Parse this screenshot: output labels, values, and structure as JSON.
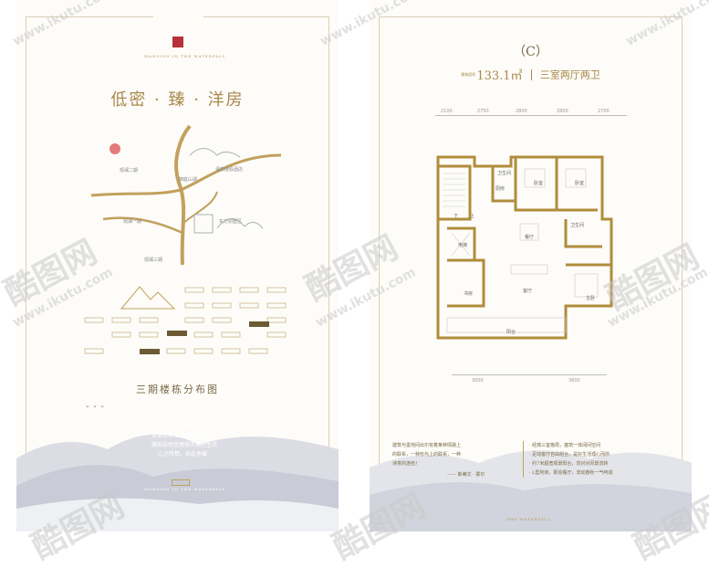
{
  "left": {
    "brand_en": "MANSION IN THE WATERFALL",
    "title": "低密 · 臻 · 洋房",
    "map_labels": {
      "phase2": "观澜二期",
      "shanshui": "御庭山湖",
      "tangquan": "温泉度假酒店",
      "phase1": "观澜一期",
      "villa": "东方别墅区",
      "phase3": "观澜三期"
    },
    "plan_caption": "三期楼栋分布图",
    "slogan": [
      "亦自然，亦繁华",
      "双满世仰 三期雅地万座",
      "雅韵自然坐拥城市美好生活",
      "心之所栖，依此争藏"
    ],
    "footer_en": "MANSION IN THE WATERFALL"
  },
  "right": {
    "type_label": "（C）",
    "area_label_small": "建筑面积",
    "area": "133.1㎡",
    "layout": "三室两厅两卫",
    "dims_top": [
      "2100",
      "2750",
      "2800",
      "2800",
      "2700"
    ],
    "dims_bottom": [
      "3000",
      "3800"
    ],
    "rooms": {
      "bed1": "卧室",
      "bed2": "卧室",
      "bath1": "卫生间",
      "bath2": "卫生间",
      "kitchen": "厨房",
      "dining": "餐厅",
      "living": "客厅",
      "master": "主卧",
      "study": "书房",
      "balcony": "阳台",
      "elevator": "电梯",
      "stairs_up": "上",
      "stairs_down": "下"
    },
    "poem_left": [
      "建筑与墨地间出尔有着某种情融上",
      "的联系，一种形与上的联系，一种",
      "诗意的连结！",
      "—— 斯蒂文 · 霍尔"
    ],
    "poem_right": [
      "· 经典三室格局，塞筑一体阔间空间",
      "· 足动客厅自由组合，是好生活理心而所",
      "· 约7米超宽观景阳台，背对对风景流转",
      "· L型阿房，那追餐厅，流动春秋一气呵成"
    ],
    "footer_en": "THE WATERFALL"
  },
  "watermarks": [
    "酷图网",
    "www.ikutu.com"
  ]
}
